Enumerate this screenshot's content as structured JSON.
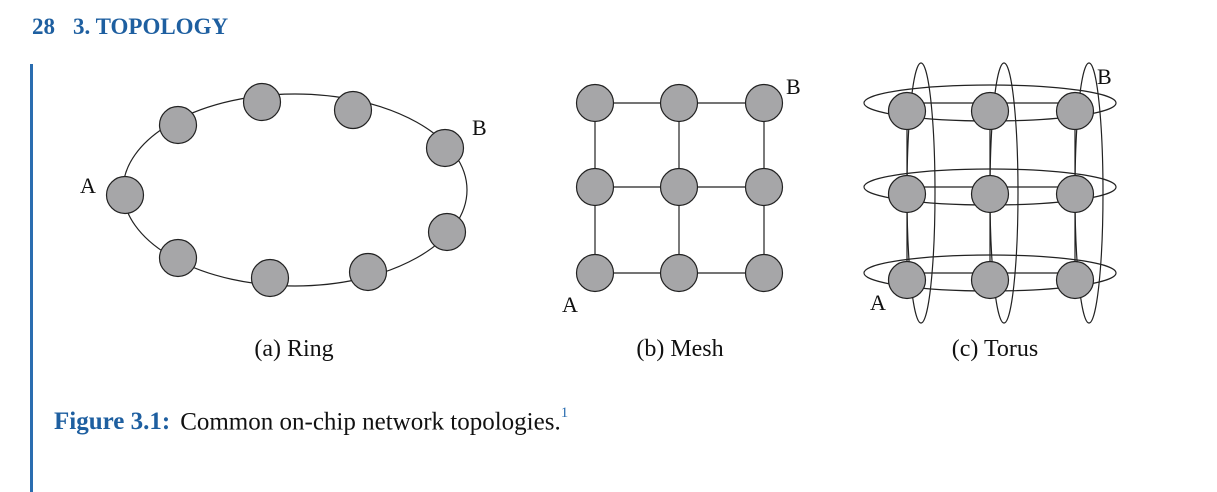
{
  "header": {
    "page_number": "28",
    "chapter_title": "3. TOPOLOGY"
  },
  "colors": {
    "accent": "#1e5fa0",
    "node_fill": "#a6a6a8",
    "stroke": "#222222"
  },
  "figure": {
    "panels": [
      {
        "id": "ring",
        "caption": "(a) Ring",
        "label_a": "A",
        "label_b": "B"
      },
      {
        "id": "mesh",
        "caption": "(b) Mesh",
        "label_a": "A",
        "label_b": "B"
      },
      {
        "id": "torus",
        "caption": "(c) Torus",
        "label_a": "A",
        "label_b": "B"
      }
    ],
    "caption_label": "Figure 3.1:",
    "caption_text": "Common on-chip network topologies.",
    "footnote_mark": "1"
  }
}
